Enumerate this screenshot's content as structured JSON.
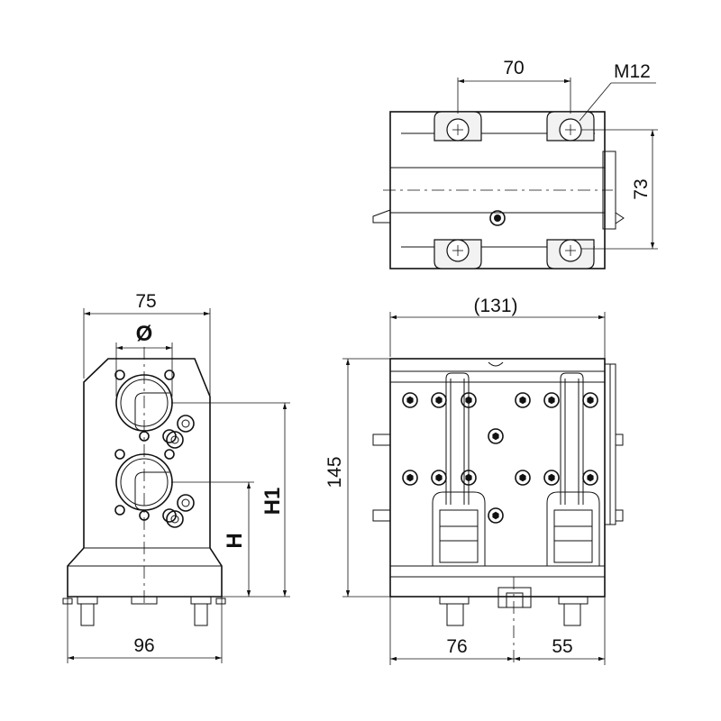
{
  "dimensions": {
    "top_width": "70",
    "thread": "M12",
    "top_height": "73",
    "side_width": "(131)",
    "side_height": "145",
    "side_bottom_left": "76",
    "side_bottom_right": "55",
    "front_top": "75",
    "front_bore": "Ø",
    "front_h1": "H1",
    "front_h": "H",
    "front_bottom": "96"
  }
}
